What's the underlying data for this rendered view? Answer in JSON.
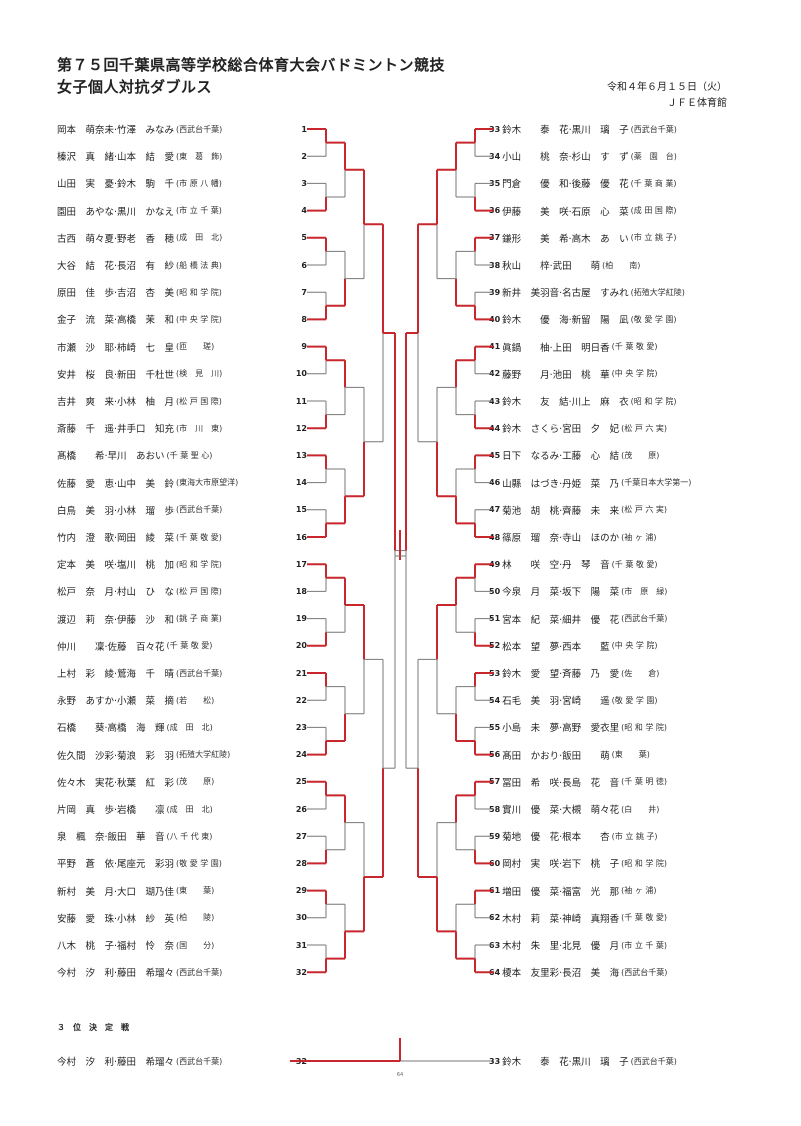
{
  "header": {
    "title_line1": "第７５回千葉県高等学校総合体育大会バドミントン競技",
    "title_line2": "女子個人対抗ダブルス",
    "date": "令和４年６月１５日（火）",
    "venue": "ＪＦＥ体育館"
  },
  "left_entries": [
    {
      "seed": "1",
      "names": "岡本　萌奈未·竹澤　みなみ",
      "school": "(西武台千葉)"
    },
    {
      "seed": "2",
      "names": "榛沢　真　緒·山本　結　愛",
      "school": "(東　葛　飾)"
    },
    {
      "seed": "3",
      "names": "山田　実　憂·鈴木　駒　千",
      "school": "(市 原 八 幡)"
    },
    {
      "seed": "4",
      "names": "園田　あやな·黒川　かなえ",
      "school": "(市 立 千 葉)"
    },
    {
      "seed": "5",
      "names": "古西　萌々夏·野老　香　穂",
      "school": "(成　田　北)"
    },
    {
      "seed": "6",
      "names": "大谷　結　花·長沼　有　紗",
      "school": "(船 橋 法 典)"
    },
    {
      "seed": "7",
      "names": "原田　佳　歩·吉沼　杏　美",
      "school": "(昭 和 学 院)"
    },
    {
      "seed": "8",
      "names": "金子　流　菜·高橋　茉　和",
      "school": "(中 央 学 院)"
    },
    {
      "seed": "9",
      "names": "市瀬　沙　耶·柿崎　七　皇",
      "school": "(匝　　瑳)"
    },
    {
      "seed": "10",
      "names": "安井　桜　良·新田　千杜世",
      "school": "(検　見　川)"
    },
    {
      "seed": "11",
      "names": "吉井　爽　来·小林　柚　月",
      "school": "(松 戸 国 際)"
    },
    {
      "seed": "12",
      "names": "斎藤　千　遥·井手口　知充",
      "school": "(市　川　東)"
    },
    {
      "seed": "13",
      "names": "髙橋　　希·早川　あおい",
      "school": "(千 葉 聖 心)"
    },
    {
      "seed": "14",
      "names": "佐藤　愛　恵·山中　美　鈴",
      "school": "(東海大市原望洋)"
    },
    {
      "seed": "15",
      "names": "白鳥　美　羽·小林　瑠　歩",
      "school": "(西武台千葉)"
    },
    {
      "seed": "16",
      "names": "竹内　澄　歌·岡田　綾　菜",
      "school": "(千 葉 敬 愛)"
    },
    {
      "seed": "17",
      "names": "定本　美　咲·塩川　桃　加",
      "school": "(昭 和 学 院)"
    },
    {
      "seed": "18",
      "names": "松戸　奈　月·村山　ひ　な",
      "school": "(松 戸 国 際)"
    },
    {
      "seed": "19",
      "names": "渡辺　莉　奈·伊藤　沙　和",
      "school": "(銚 子 商 業)"
    },
    {
      "seed": "20",
      "names": "仲川　　凜·佐藤　百々花",
      "school": "(千 葉 敬 愛)"
    },
    {
      "seed": "21",
      "names": "上村　彩　綾·鷲海　千　晴",
      "school": "(西武台千葉)"
    },
    {
      "seed": "22",
      "names": "永野　あすか·小瀬　菜　摘",
      "school": "(若　　松)"
    },
    {
      "seed": "23",
      "names": "石橋　　葵·高橋　海　輝",
      "school": "(成　田　北)"
    },
    {
      "seed": "24",
      "names": "佐久間　沙彩·菊浪　彩　羽",
      "school": "(拓殖大学紅陵)"
    },
    {
      "seed": "25",
      "names": "佐々木　実花·秋葉　紅　彩",
      "school": "(茂　　原)"
    },
    {
      "seed": "26",
      "names": "片岡　真　歩·岩橋　　凛",
      "school": "(成　田　北)"
    },
    {
      "seed": "27",
      "names": "泉　楓　奈·飯田　華　音",
      "school": "(八 千 代 東)"
    },
    {
      "seed": "28",
      "names": "平野　蒼　依·尾座元　彩羽",
      "school": "(敬 愛 学 園)"
    },
    {
      "seed": "29",
      "names": "新村　美　月·大口　瑚乃佳",
      "school": "(東　　葉)"
    },
    {
      "seed": "30",
      "names": "安藤　愛　珠·小林　紗　英",
      "school": "(柏　　陵)"
    },
    {
      "seed": "31",
      "names": "八木　桃　子·福村　怜　奈",
      "school": "(国　　分)"
    },
    {
      "seed": "32",
      "names": "今村　汐　利·藤田　希瑠々",
      "school": "(西武台千葉)"
    }
  ],
  "right_entries": [
    {
      "seed": "33",
      "names": "鈴木　　泰　花·黒川　璃　子",
      "school": "(西武台千葉)"
    },
    {
      "seed": "34",
      "names": "小山　　桃　奈·杉山　す　ず",
      "school": "(薬　園　台)"
    },
    {
      "seed": "35",
      "names": "門倉　　優　和·後藤　優　花",
      "school": "(千 葉 商 業)"
    },
    {
      "seed": "36",
      "names": "伊藤　　美　咲·石原　心　菜",
      "school": "(成 田 国 際)"
    },
    {
      "seed": "37",
      "names": "鎌形　　美　希·高木　あ　い",
      "school": "(市 立 銚 子)"
    },
    {
      "seed": "38",
      "names": "秋山　　梓·武田　　萌",
      "school": "(柏　　南)"
    },
    {
      "seed": "39",
      "names": "新井　美羽音·名古屋　すみれ",
      "school": "(拓殖大学紅陵)"
    },
    {
      "seed": "40",
      "names": "鈴木　　優　海·新留　陽　凪",
      "school": "(敬 愛 学 園)"
    },
    {
      "seed": "41",
      "names": "眞鍋　　柚·上田　明日香",
      "school": "(千 葉 敬 愛)"
    },
    {
      "seed": "42",
      "names": "藤野　　月·池田　桃　華",
      "school": "(中 央 学 院)"
    },
    {
      "seed": "43",
      "names": "鈴木　　友　結·川上　麻　衣",
      "school": "(昭 和 学 院)"
    },
    {
      "seed": "44",
      "names": "鈴木　さくら·宮田　夕　妃",
      "school": "(松 戸 六 実)"
    },
    {
      "seed": "45",
      "names": "日下　なるみ·工藤　心　結",
      "school": "(茂　　原)"
    },
    {
      "seed": "46",
      "names": "山縣　はづき·丹姫　菜　乃",
      "school": "(千葉日本大学第一)"
    },
    {
      "seed": "47",
      "names": "菊池　胡　桃·齊藤　未　来",
      "school": "(松 戸 六 実)"
    },
    {
      "seed": "48",
      "names": "篠原　瑠　奈·寺山　ほのか",
      "school": "(袖 ヶ 浦)"
    },
    {
      "seed": "49",
      "names": "林　　咲　空·丹　琴　音",
      "school": "(千 葉 敬 愛)"
    },
    {
      "seed": "50",
      "names": "今泉　月　菜·坂下　陽　菜",
      "school": "(市　原　緑)"
    },
    {
      "seed": "51",
      "names": "宮本　紀　菜·細井　優　花",
      "school": "(西武台千葉)"
    },
    {
      "seed": "52",
      "names": "松本　望　夢·西本　　藍",
      "school": "(中 央 学 院)"
    },
    {
      "seed": "53",
      "names": "鈴木　愛　望·斉藤　乃　愛",
      "school": "(佐　　倉)"
    },
    {
      "seed": "54",
      "names": "石毛　美　羽·宮崎　　遥",
      "school": "(敬 愛 学 園)"
    },
    {
      "seed": "55",
      "names": "小島　未　夢·高野　愛衣里",
      "school": "(昭 和 学 院)"
    },
    {
      "seed": "56",
      "names": "髙田　かおり·飯田　　萌",
      "school": "(東　　葉)"
    },
    {
      "seed": "57",
      "names": "冨田　希　咲·長島　花　音",
      "school": "(千 葉 明 徳)"
    },
    {
      "seed": "58",
      "names": "實川　優　菜·大槻　萌々花",
      "school": "(白　　井)"
    },
    {
      "seed": "59",
      "names": "菊地　優　花·根本　　杏",
      "school": "(市 立 銚 子)"
    },
    {
      "seed": "60",
      "names": "岡村　実　咲·岩下　桃　子",
      "school": "(昭 和 学 院)"
    },
    {
      "seed": "61",
      "names": "増田　優　菜·福富　光　那",
      "school": "(袖 ヶ 浦)"
    },
    {
      "seed": "62",
      "names": "木村　莉　菜·神崎　真翔香",
      "school": "(千 葉 敬 愛)"
    },
    {
      "seed": "63",
      "names": "木村　朱　里·北見　優　月",
      "school": "(市 立 千 葉)"
    },
    {
      "seed": "64",
      "names": "榎本　友里彩·長沼　美　海",
      "school": "(西武台千葉)"
    }
  ],
  "third_place": {
    "title": "３　位　決　定　戦",
    "left": {
      "seed": "32",
      "names": "今村　汐　利·藤田　希瑠々",
      "school": "(西武台千葉)"
    },
    "right": {
      "seed": "33",
      "names": "鈴木　　泰　花·黒川　璃　子",
      "school": "(西武台千葉)"
    },
    "match_no": "64"
  },
  "colors": {
    "winner_line": "#c8282d",
    "line": "#777777"
  }
}
